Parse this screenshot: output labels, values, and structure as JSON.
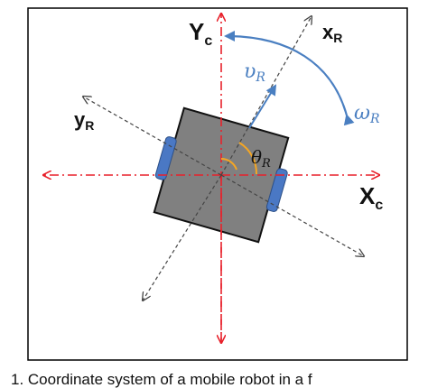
{
  "labels": {
    "y_c": "Y",
    "y_c_sub": "c",
    "x_c": "X",
    "x_c_sub": "c",
    "x_r": "x",
    "x_r_sub": "R",
    "y_r": "y",
    "y_r_sub": "R",
    "v_r": "υ",
    "v_r_sub": "R",
    "omega_r": "ω",
    "omega_r_sub": "R",
    "theta_r": "θ",
    "theta_r_sub": "R"
  },
  "caption": "1. Coordinate system of a mobile robot in a f",
  "colors": {
    "frame_axes": "#e8212b",
    "robot_axes": "#555555",
    "velocity": "#4a7fc1",
    "body": "#808080",
    "wheel": "#4a78c4",
    "angle_arc": "#f5a623"
  }
}
